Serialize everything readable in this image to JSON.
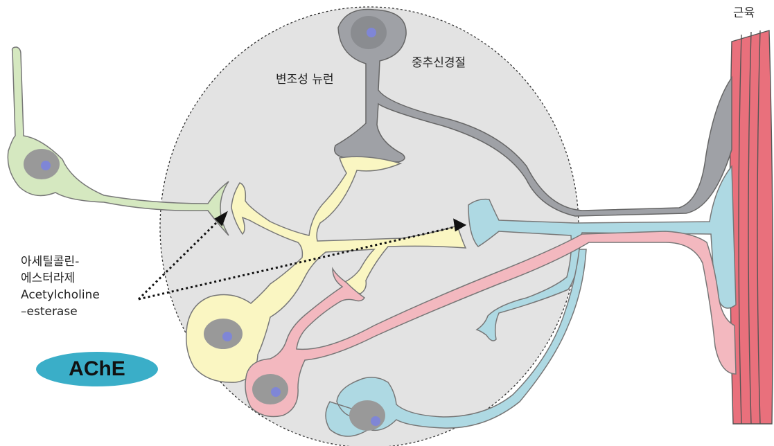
{
  "labels": {
    "muscle": "근육",
    "cns": "중추신경절",
    "interneuron": "변조성 뉴런",
    "ache_ko_line1": "아세틸콜린-",
    "ache_ko_line2": "에스터라제",
    "ache_en_line1": "Acetylcholine",
    "ache_en_line2": "–esterase",
    "ache_badge": "AChE"
  },
  "colors": {
    "ganglion": "#e3e3e3",
    "sensory_neuron": "#d5e8c0",
    "interneuron": "#faf6c2",
    "modulatory_neuron": "#9fa1a6",
    "motor_neuron_blue": "#aed9e3",
    "motor_neuron_pink": "#f3b8bf",
    "muscle": "#e9707c",
    "nucleus": "#7f86d6",
    "badge": "#3aaec8"
  }
}
